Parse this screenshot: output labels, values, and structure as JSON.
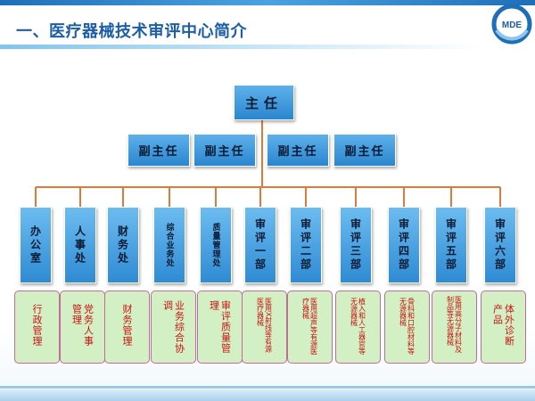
{
  "slide": {
    "title": "一、医疗器械技术审评中心简介",
    "logo_text": "MDE"
  },
  "org": {
    "director": "主任",
    "deputies": [
      "副主任",
      "副主任",
      "副主任",
      "副主任"
    ],
    "departments": [
      {
        "name": "办公室",
        "duty": "行政管理"
      },
      {
        "name": "人事处",
        "duty": "党务人事管理"
      },
      {
        "name": "财务处",
        "duty": "财务管理"
      },
      {
        "name": "综合业务处",
        "duty": "业务综合协调"
      },
      {
        "name": "质量管理处",
        "duty": "审评质量管理"
      },
      {
        "name": "审评一部",
        "duty": "医用X射线等有源医疗器械"
      },
      {
        "name": "审评二部",
        "duty": "医用超声等有源医疗器械"
      },
      {
        "name": "审评三部",
        "duty": "植入和人工器官等无源器械"
      },
      {
        "name": "审评四部",
        "duty": "骨科和口腔材料等无源器械"
      },
      {
        "name": "审评五部",
        "duty": "医用高分子材料及制品等无源器械"
      },
      {
        "name": "审评六部",
        "duty": "体外诊断产品"
      }
    ]
  },
  "colors": {
    "title": "#1b5ea6",
    "box_fill": "#2a86cf",
    "connector": "#e07a3a",
    "duty_fill": "#d2f0c4",
    "duty_text": "#cc1111"
  }
}
